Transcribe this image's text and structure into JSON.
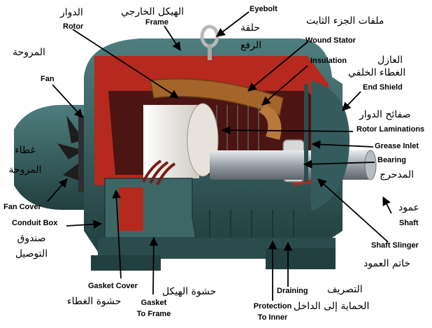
{
  "labels": {
    "rotor_en": "Rotor",
    "rotor_ar": "الدوار",
    "frame_en": "Frame",
    "frame_ar": "الهيكل الخارجي",
    "eyebolt_en": "Eyebolt",
    "eyebolt_ar_1": "حلقة",
    "eyebolt_ar_2": "الرفع",
    "wound_stator_en": "Wound Stator",
    "wound_stator_ar": "ملفات الجزء الثابت",
    "fan_en": "Fan",
    "fan_ar": "المروحة",
    "insulation_en": "Insulation",
    "insulation_ar": "العازل",
    "end_shield_en": "End Shield",
    "end_shield_ar": "الغطاء الخلفي",
    "rotor_laminations_en": "Rotor Laminations",
    "rotor_laminations_ar": "صفائح الدوار",
    "fan_cover_en": "Fan Cover",
    "fan_cover_ar_1": "غطاء",
    "fan_cover_ar_2": "المروحة",
    "grease_inlet_en": "Grease Inlet",
    "bearing_en": "Bearing",
    "bearing_ar": "المدحرج",
    "conduit_box_en": "Conduit Box",
    "conduit_box_ar_1": "صندوق",
    "conduit_box_ar_2": "التوصيل",
    "shaft_en": "Shaft",
    "shaft_ar": "عمود",
    "shaft_slinger_en": "Shaft Slinger",
    "shaft_slinger_ar": "خاتم العمود",
    "gasket_cover_en": "Gasket Cover",
    "gasket_cover_ar": "حشوة الغطاء",
    "gasket_frame_en_1": "Gasket",
    "gasket_frame_en_2": "To Frame",
    "gasket_frame_ar": "حشوة الهيكل",
    "protection_en_1": "Protection",
    "protection_en_2": "To Inner",
    "protection_ar": "الحماية إلى الداخل",
    "draining_en": "Draining",
    "draining_ar": "التصريف"
  },
  "colors": {
    "housing": "#3f6b6b",
    "housing_dark": "#294a4a",
    "cutaway_red": "#b5291f",
    "stator_winding": "#a4652a",
    "rotor_white": "#f0eeea",
    "shaft_steel": "#c9cdd2"
  }
}
